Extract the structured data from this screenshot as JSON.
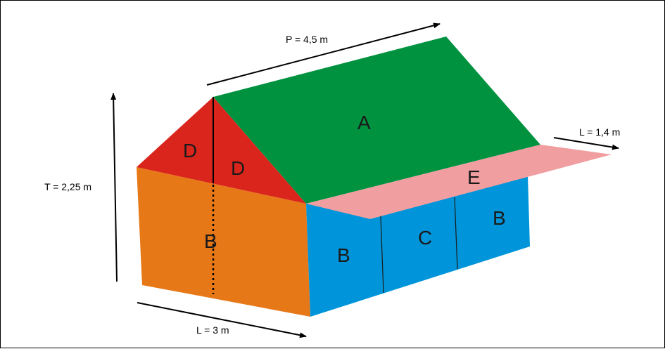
{
  "diagram": {
    "dimensions": {
      "length_top": "P = 4,5 m",
      "height": "T = 2,25 m",
      "width_bottom": "L = 3 m",
      "canopy_width": "L = 1,4 m"
    },
    "faces": {
      "roof_a": "A",
      "gable_left_d": "D",
      "gable_right_d": "D",
      "end_wall_b": "B",
      "side_wall_b_left": "B",
      "side_wall_c": "C",
      "side_wall_b_right": "B",
      "canopy_e": "E"
    },
    "colors": {
      "roof": "#00923f",
      "gable": "#da251d",
      "end_wall": "#e77817",
      "side_wall": "#0095da",
      "canopy": "#f09ea0"
    }
  }
}
